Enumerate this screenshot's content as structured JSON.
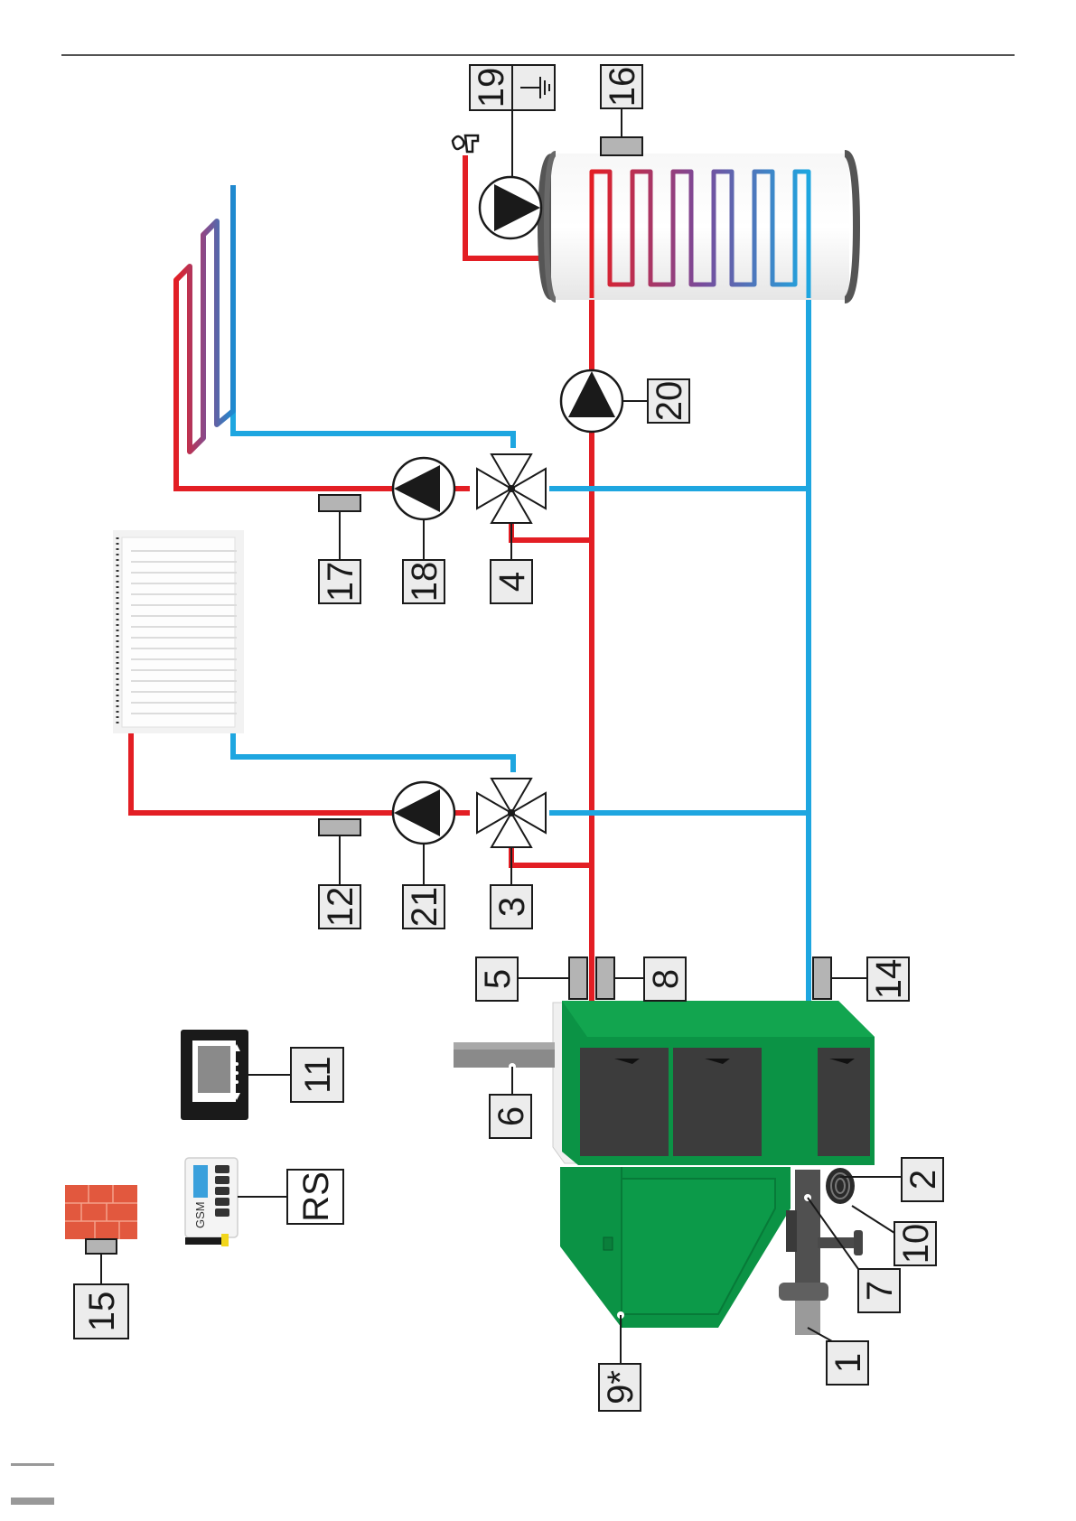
{
  "colors": {
    "hot_pipe": "#e31e24",
    "cold_pipe": "#1ea6e0",
    "boiler_green": "#0b9345",
    "room_panel_orange": "#e2583e"
  },
  "labels": {
    "l1": "1",
    "l2": "2",
    "l3": "3",
    "l4": "4",
    "l5": "5",
    "l6": "6",
    "l7": "7",
    "l8": "8",
    "l9": "9*",
    "l10": "10",
    "l11": "11",
    "l12": "12",
    "l14": "14",
    "l15": "15",
    "l16": "16",
    "l17": "17",
    "l18": "18",
    "l19": "19",
    "l20": "20",
    "l21": "21",
    "lrs": "RS"
  },
  "gsm_module": {
    "brand_text": "GSM"
  }
}
